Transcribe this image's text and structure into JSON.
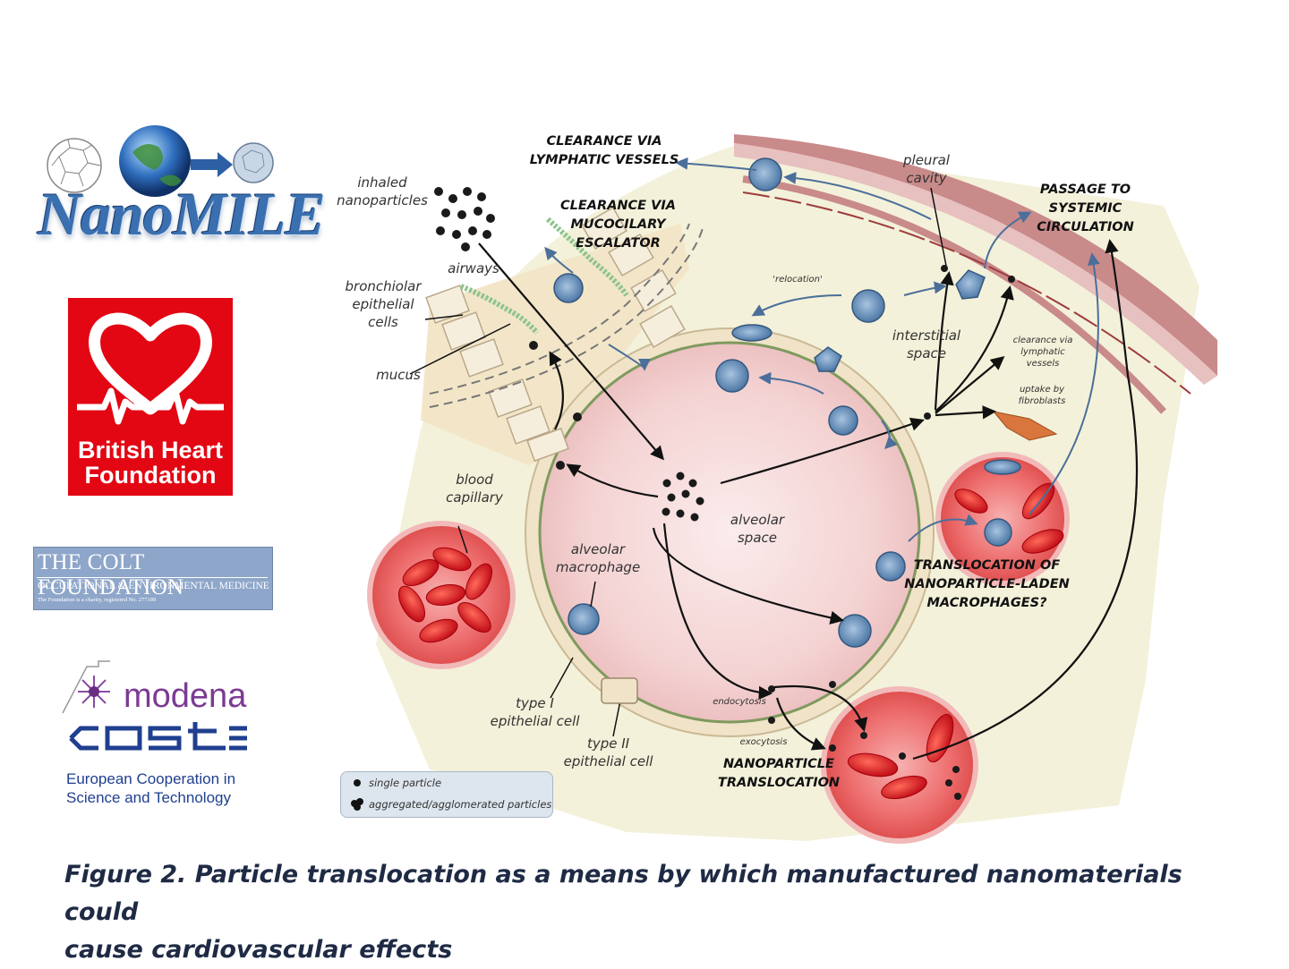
{
  "logos": {
    "nanomile": "NanoMILE",
    "bhf_line1": "British Heart",
    "bhf_line2": "Foundation",
    "colt_title": "THE COLT FOUNDATION",
    "colt_sub": "OCCUPATIONAL & ENVIRONMENTAL MEDICINE",
    "colt_note": "The Foundation is a charity, registered No. 277189",
    "modena": "modena",
    "cost": "cost",
    "cost_line1": "European Cooperation in",
    "cost_line2": "Science and Technology"
  },
  "diagram": {
    "inhaled": [
      "inhaled",
      "nanoparticles"
    ],
    "airways": "airways",
    "bronchiolar": [
      "bronchiolar",
      "epithelial",
      "cells"
    ],
    "mucus": "mucus",
    "blood_capillary": [
      "blood",
      "capillary"
    ],
    "alveolar_macrophage": [
      "alveolar",
      "macrophage"
    ],
    "alveolar_space": [
      "alveolar",
      "space"
    ],
    "type1": [
      "type I",
      "epithelial cell"
    ],
    "type2": [
      "type II",
      "epithelial cell"
    ],
    "endocytosis": "endocytosis",
    "exocytosis": "exocytosis",
    "relocation": "'relocation'",
    "interstitial": [
      "interstitial",
      "space"
    ],
    "pleural": [
      "pleural",
      "cavity"
    ],
    "clearance_lymph_small": [
      "clearance via",
      "lymphatic",
      "vessels"
    ],
    "uptake_fibro": [
      "uptake by",
      "fibroblasts"
    ],
    "clearance_lymphatic": [
      "CLEARANCE VIA",
      "LYMPHATIC VESSELS"
    ],
    "clearance_muco": [
      "CLEARANCE VIA",
      "MUCOCILARY",
      "ESCALATOR"
    ],
    "passage": [
      "PASSAGE TO",
      "SYSTEMIC",
      "CIRCULATION"
    ],
    "translocation_macro": [
      "TRANSLOCATION OF",
      "NANOPARTICLE-LADEN",
      "MACROPHAGES?"
    ],
    "nanoparticle_trans": [
      "NANOPARTICLE",
      "TRANSLOCATION"
    ],
    "legend_single": "single particle",
    "legend_agg": "aggregated/agglomerated particles"
  },
  "caption": {
    "line1": "Figure 2. Particle translocation as a means by which manufactured nanomaterials could",
    "line2": "cause cardiovascular effects"
  },
  "colors": {
    "bhf_red": "#e30613",
    "colt_blue": "#8ea6c9",
    "modena_purple": "#7b3a93",
    "cost_blue": "#1f3f8f",
    "caption_navy": "#1f2a44"
  }
}
